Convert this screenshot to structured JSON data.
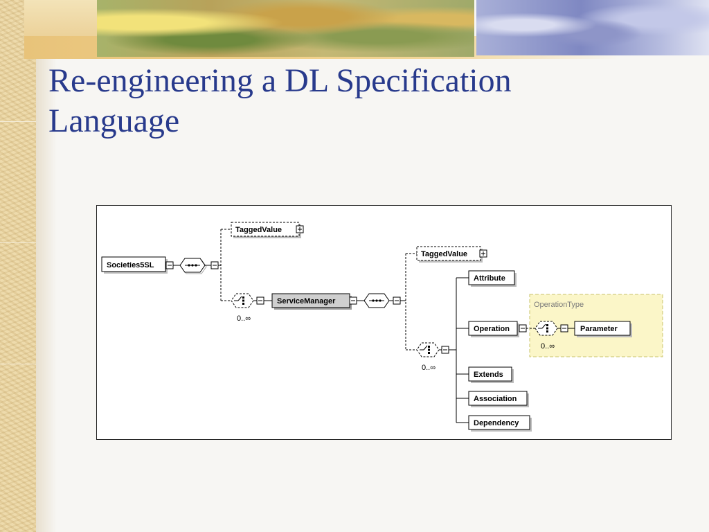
{
  "slide": {
    "title_line1": "Re-engineering a DL Specification",
    "title_line2": "Language"
  },
  "diagram": {
    "nodes": {
      "root": "Societies5SL",
      "tagged_value_top": "TaggedValue",
      "service_manager": "ServiceManager",
      "tagged_value_sm": "TaggedValue",
      "attribute": "Attribute",
      "operation": "Operation",
      "parameter": "Parameter",
      "extends": "Extends",
      "association": "Association",
      "dependency": "Dependency"
    },
    "group_label": "OperationType",
    "multiplicity": "0..∞",
    "colors": {
      "title": "#283a8c",
      "group_fill": "#fbf6c8",
      "highlight_node": "#cfcfcf"
    }
  }
}
